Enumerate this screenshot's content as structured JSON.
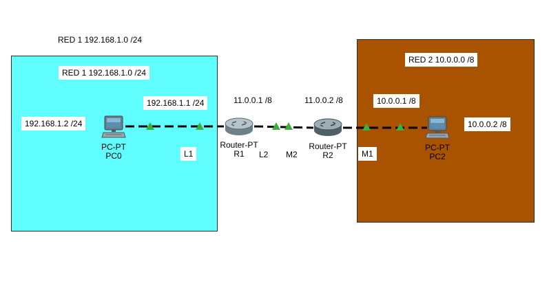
{
  "network": {
    "outside_label": "RED 1 192.168.1.0 /24",
    "red1_label": "RED 1 192.168.1.0 /24",
    "red2_label": "RED 2 10.0.0.0 /8",
    "colors": {
      "red1_area": "#5ffdfd",
      "red2_area": "#a95200",
      "link_indicator": "#3fae3f"
    }
  },
  "devices": {
    "pc0": {
      "type": "PC-PT",
      "name": "PC0",
      "ip": "192.168.1.2 /24",
      "icon": "pc-icon"
    },
    "r1": {
      "type": "Router-PT",
      "name": "R1",
      "icon": "router-icon"
    },
    "r2": {
      "type": "Router-PT",
      "name": "R2",
      "icon": "router-icon"
    },
    "pc2": {
      "type": "PC-PT",
      "name": "PC2",
      "ip": "10.0.0.2 /8",
      "icon": "pc-icon"
    }
  },
  "interfaces": {
    "r1_lan": "192.168.1.1 /24",
    "r1_wan": "11.0.0.1 /8",
    "r2_wan": "11.0.0.2 /8",
    "r2_lan": "10.0.0.1 /8"
  },
  "link_labels": {
    "l1": "L1",
    "l2": "L2",
    "m2": "M2",
    "m1": "M1"
  }
}
